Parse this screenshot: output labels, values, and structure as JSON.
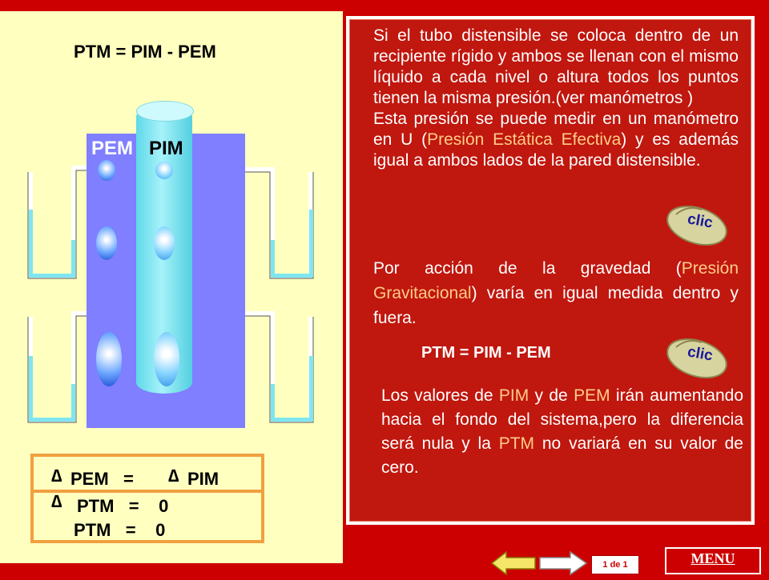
{
  "left": {
    "formula": "PTM = PIM - PEM",
    "label_pem": "PEM",
    "label_pim": "PIM"
  },
  "delta_box": {
    "line1_delta": "∆",
    "line1": "PEM   =",
    "line1_delta2": "∆",
    "line1_end": "PIM",
    "line2_delta": "∆",
    "line2": "PTM   =    0",
    "line3": "PTM   =    0"
  },
  "right": {
    "p1_a": "Si el tubo distensible se coloca dentro de un recipiente rígido y ambos se llenan con el mismo líquido a cada nivel o altura todos los puntos tienen la misma presión.(ver manómetros )",
    "p1_b": "Esta presión  se puede medir en un manómetro en U (",
    "p1_hl1": "Presión Estática Efectiva",
    "p1_c": ") y es además igual a ambos lados de la pared distensible.",
    "p2_a": "Por acción de la gravedad (",
    "p2_hl": "Presión Gravitacional",
    "p2_b": ") varía en igual medida dentro y fuera.",
    "formula": "PTM = PIM - PEM",
    "p3_a": "Los valores de ",
    "p3_hl1": "PIM",
    "p3_b": " y de ",
    "p3_hl2": "PEM",
    "p3_c": " irán aumentando hacia el fondo del sistema,pero la diferencia será nula y la ",
    "p3_hl3": "PTM",
    "p3_d": " no variará en su valor de cero."
  },
  "clic_label": "clic",
  "nav": {
    "page": "1 de 1",
    "menu": "MENU"
  },
  "colors": {
    "background": "#cc0000",
    "left_panel": "#ffffc0",
    "tank": "#7f7fff",
    "tube": "#5fd8e8",
    "highlight": "#ffcc88",
    "box_border": "#f0a040"
  }
}
